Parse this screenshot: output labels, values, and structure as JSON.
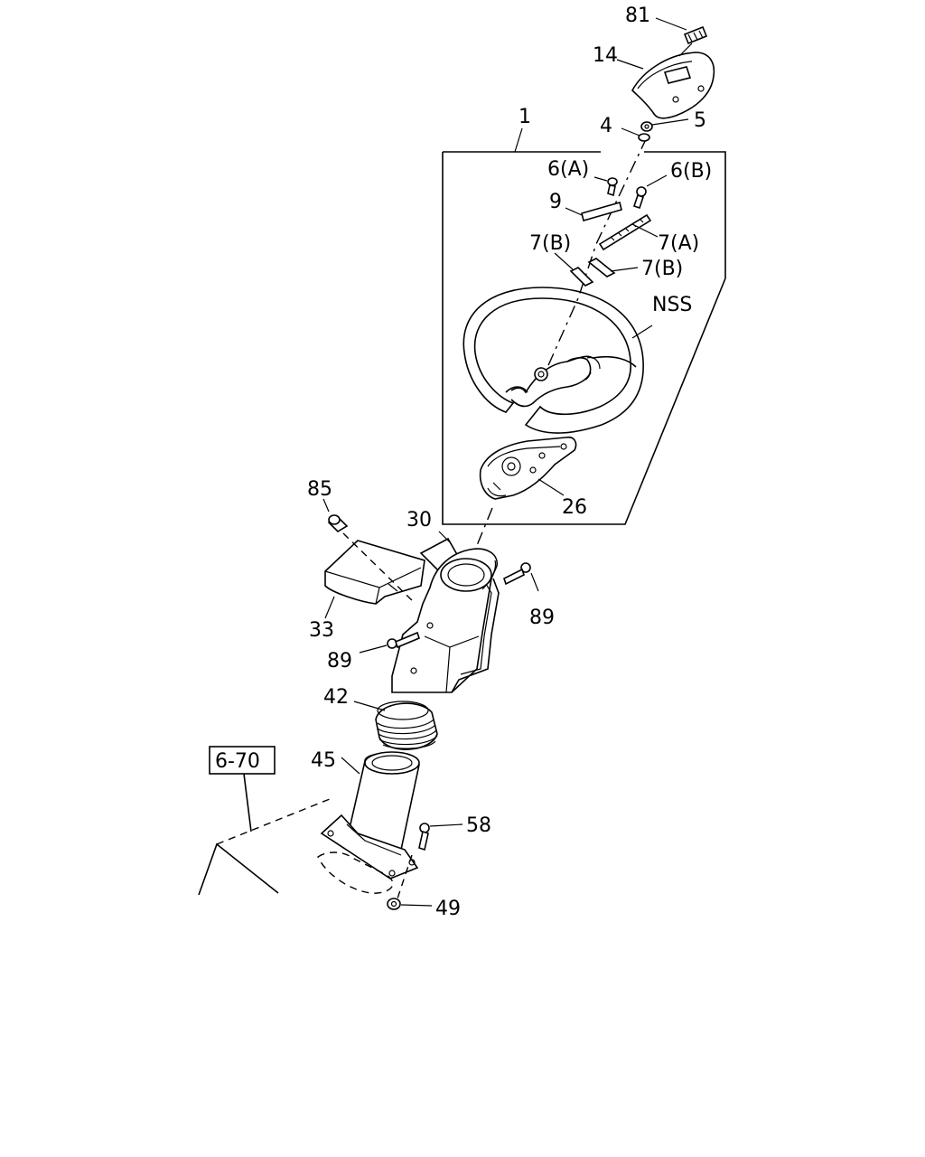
{
  "diagram": {
    "labels": {
      "l81": "81",
      "l14": "14",
      "l1": "1",
      "l4": "4",
      "l5": "5",
      "l6a": "6(A)",
      "l6b": "6(B)",
      "l9": "9",
      "l7a": "7(A)",
      "l7b_left": "7(B)",
      "l7b_right": "7(B)",
      "lnss": "NSS",
      "l26": "26",
      "l85": "85",
      "l30": "30",
      "l89_right": "89",
      "l33": "33",
      "l89_left": "89",
      "l42": "42",
      "l45": "45",
      "l58": "58",
      "l49": "49",
      "ref": "6-70"
    }
  }
}
